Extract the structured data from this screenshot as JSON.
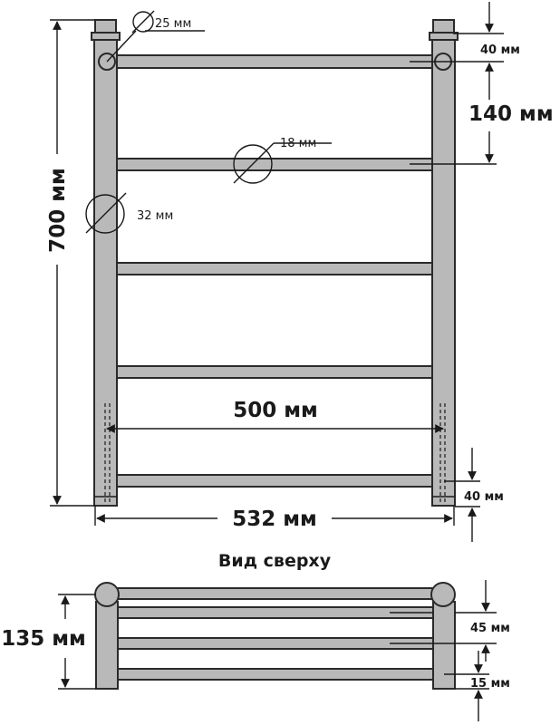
{
  "front_view": {
    "labels": {
      "outer_diameter": "25 мм",
      "crossbar_diameter": "18 мм",
      "post_diameter": "32 мм",
      "height": "700 мм",
      "top_offset": "40 мм",
      "crossbar_spacing": "140 мм",
      "center_distance": "500 мм",
      "overall_width": "532 мм",
      "bottom_offset": "40 мм"
    }
  },
  "top_view": {
    "title": "Вид сверху",
    "labels": {
      "depth": "135 мм",
      "offset": "45 мм",
      "rod_gap": "15 мм"
    }
  },
  "colors": {
    "pipe": "#b9b9b9",
    "outline": "#2a2a2a",
    "text": "#1a1a1a"
  }
}
